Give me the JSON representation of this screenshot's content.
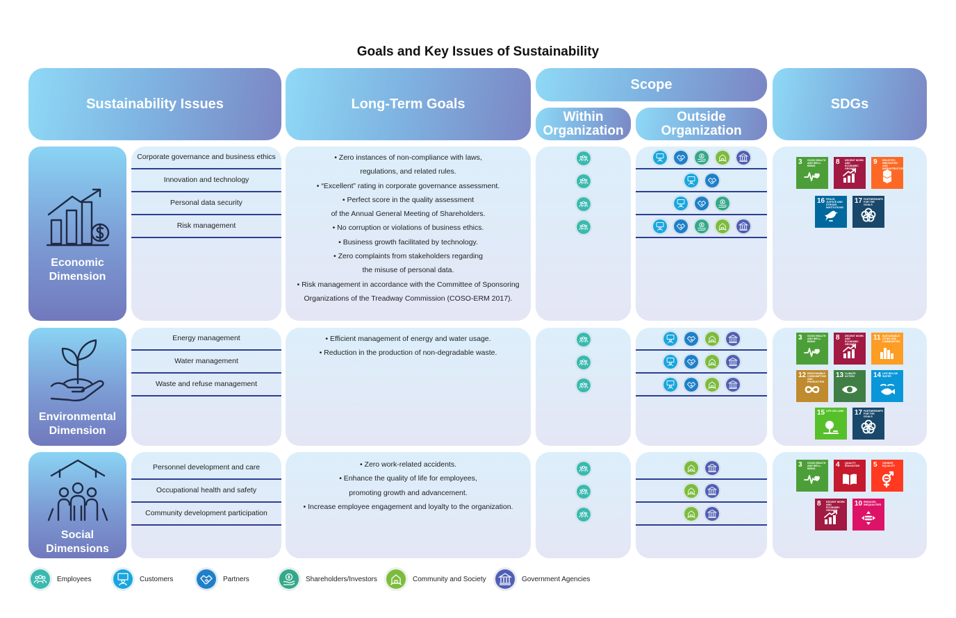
{
  "title": "Goals and Key Issues of Sustainability",
  "headers": {
    "issues": "Sustainability Issues",
    "goals": "Long-Term Goals",
    "scope": "Scope",
    "within_l1": "Within",
    "within_l2": "Organization",
    "outside_l1": "Outside",
    "outside_l2": "Organization",
    "sdgs": "SDGs"
  },
  "colors": {
    "employees": "#3bb9b0",
    "customers": "#1aa6dd",
    "partners": "#1f7fc9",
    "shareholders": "#34a88a",
    "community": "#7cbb3f",
    "government": "#4f5fb3"
  },
  "dimensions": [
    {
      "label_l1": "Economic",
      "label_l2": "Dimension",
      "icon": "growth-chart-icon",
      "issues": [
        "Corporate governance and business ethics",
        "Innovation and technology",
        "Personal data security",
        "Risk management"
      ],
      "goals": [
        "• Zero instances of non-compliance with laws,",
        "regulations, and related rules.",
        "• “Excellent” rating in corporate governance assessment.",
        "• Perfect score in the quality assessment",
        "of the Annual General Meeting of Shareholders.",
        "• No corruption or violations of business ethics.",
        "• Business growth facilitated by technology.",
        "• Zero complaints from stakeholders regarding",
        "the misuse of personal data.",
        "• Risk management in accordance with the Committee of Sponsoring",
        "Organizations of the Treadway Commission (COSO-ERM 2017)."
      ],
      "within": [
        [
          "employees"
        ],
        [
          "employees"
        ],
        [
          "employees"
        ],
        [
          "employees"
        ]
      ],
      "outside": [
        [
          "customers",
          "partners",
          "shareholders",
          "community",
          "government"
        ],
        [
          "customers",
          "partners"
        ],
        [
          "customers",
          "partners",
          "shareholders"
        ],
        [
          "customers",
          "partners",
          "shareholders",
          "community",
          "government"
        ]
      ],
      "sdgs": [
        {
          "num": "3",
          "text": "GOOD HEALTH AND WELL-BEING",
          "color": "#4c9f38",
          "icon": "heartbeat-icon"
        },
        {
          "num": "8",
          "text": "DECENT WORK AND ECONOMIC GROWTH",
          "color": "#a21942",
          "icon": "growth-icon"
        },
        {
          "num": "9",
          "text": "INDUSTRY, INNOVATION AND INFRASTRUCTURE",
          "color": "#fd6925",
          "icon": "cubes-icon"
        },
        {
          "num": "16",
          "text": "PEACE, JUSTICE AND STRONG INSTITUTIONS",
          "color": "#00689d",
          "icon": "dove-icon"
        },
        {
          "num": "17",
          "text": "PARTNERSHIPS FOR THE GOALS",
          "color": "#19486a",
          "icon": "rings-icon"
        }
      ]
    },
    {
      "label_l1": "Environmental",
      "label_l2": "Dimension",
      "icon": "plant-hand-icon",
      "issues": [
        "Energy management",
        "Water management",
        "Waste and refuse management"
      ],
      "goals": [
        "• Efficient management of energy and water usage.",
        "• Reduction in the production of non-degradable waste."
      ],
      "within": [
        [
          "employees"
        ],
        [
          "employees"
        ],
        [
          "employees"
        ]
      ],
      "outside": [
        [
          "customers",
          "partners",
          "community",
          "government"
        ],
        [
          "customers",
          "partners",
          "community",
          "government"
        ],
        [
          "customers",
          "partners",
          "community",
          "government"
        ]
      ],
      "sdgs": [
        {
          "num": "3",
          "text": "GOOD HEALTH AND WELL-BEING",
          "color": "#4c9f38",
          "icon": "heartbeat-icon"
        },
        {
          "num": "8",
          "text": "DECENT WORK AND ECONOMIC GROWTH",
          "color": "#a21942",
          "icon": "growth-icon"
        },
        {
          "num": "11",
          "text": "SUSTAINABLE CITIES AND COMMUNITIES",
          "color": "#fd9d24",
          "icon": "city-icon"
        },
        {
          "num": "12",
          "text": "RESPONSIBLE CONSUMPTION AND PRODUCTION",
          "color": "#bf8b2e",
          "icon": "infinity-icon"
        },
        {
          "num": "13",
          "text": "CLIMATE ACTION",
          "color": "#3f7e44",
          "icon": "eye-icon"
        },
        {
          "num": "14",
          "text": "LIFE BELOW WATER",
          "color": "#0a97d9",
          "icon": "fish-icon"
        },
        {
          "num": "15",
          "text": "LIFE ON LAND",
          "color": "#56c02b",
          "icon": "tree-icon"
        },
        {
          "num": "17",
          "text": "PARTNERSHIPS FOR THE GOALS",
          "color": "#19486a",
          "icon": "rings-icon"
        }
      ]
    },
    {
      "label_l1": "Social",
      "label_l2": "Dimensions",
      "icon": "people-house-icon",
      "issues": [
        "Personnel development and care",
        "Occupational health and safety",
        "Community development participation"
      ],
      "goals": [
        "• Zero work-related accidents.",
        "• Enhance the quality of life for employees,",
        "promoting growth and advancement.",
        "• Increase employee engagement and loyalty to the organization."
      ],
      "within": [
        [
          "employees"
        ],
        [
          "employees"
        ],
        [
          "employees"
        ]
      ],
      "outside": [
        [
          "community",
          "government"
        ],
        [
          "community",
          "government"
        ],
        [
          "community",
          "government"
        ]
      ],
      "sdgs": [
        {
          "num": "3",
          "text": "GOOD HEALTH AND WELL-BEING",
          "color": "#4c9f38",
          "icon": "heartbeat-icon"
        },
        {
          "num": "4",
          "text": "QUALITY EDUCATION",
          "color": "#c5192d",
          "icon": "book-icon"
        },
        {
          "num": "5",
          "text": "GENDER EQUALITY",
          "color": "#ff3a21",
          "icon": "gender-icon"
        },
        {
          "num": "8",
          "text": "DECENT WORK AND ECONOMIC GROWTH",
          "color": "#a21942",
          "icon": "growth-icon"
        },
        {
          "num": "10",
          "text": "REDUCED INEQUALITIES",
          "color": "#dd1367",
          "icon": "equality-icon"
        }
      ]
    }
  ],
  "legend": [
    {
      "key": "employees",
      "label": "Employees"
    },
    {
      "key": "customers",
      "label": "Customers"
    },
    {
      "key": "partners",
      "label": "Partners"
    },
    {
      "key": "shareholders",
      "label": "Shareholders/Investors"
    },
    {
      "key": "community",
      "label": "Community and Society"
    },
    {
      "key": "government",
      "label": "Government Agencies"
    }
  ]
}
